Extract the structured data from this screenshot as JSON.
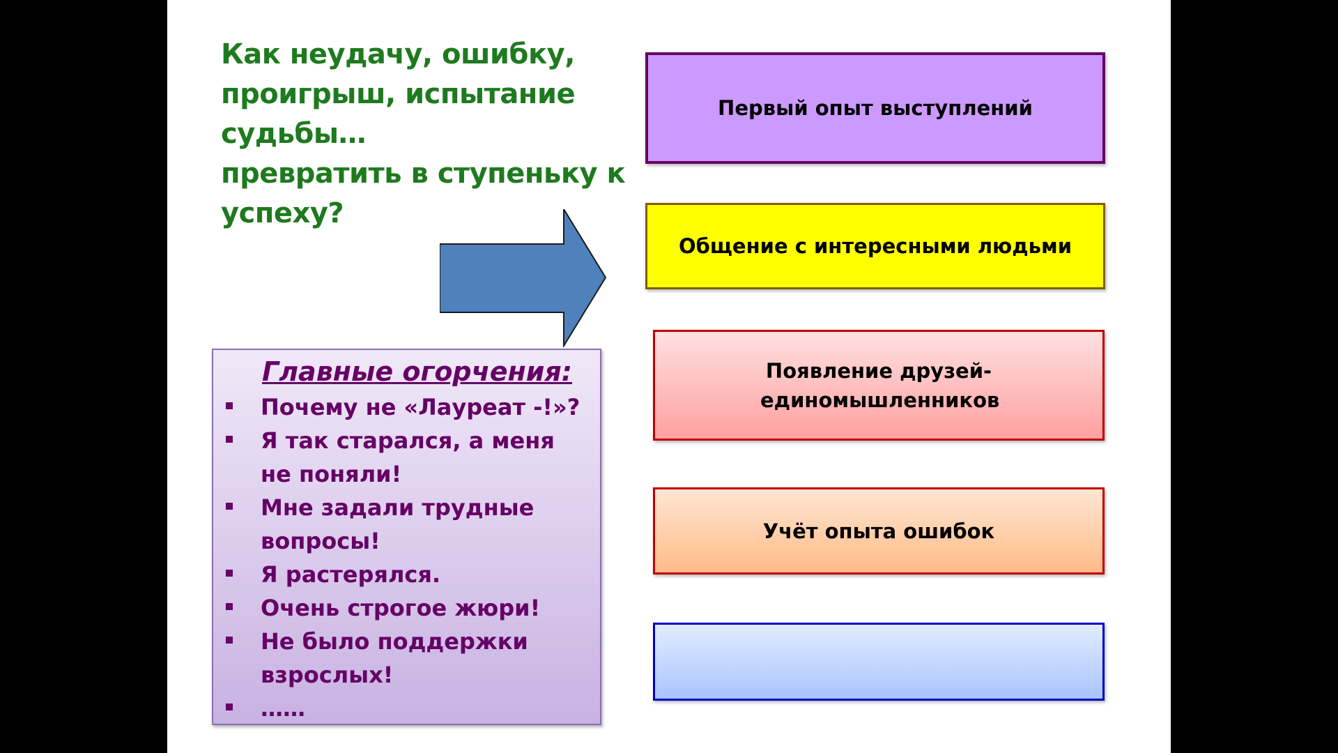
{
  "title": "Как неудачу, ошибку, проигрыш, испытание судьбы…\n превратить в ступеньку к успеху?",
  "boxes": [
    "Первый опыт выступлений",
    "Общение с интересными людьми",
    "Появление друзей-единомышленников",
    "Учёт опыта ошибок",
    ""
  ],
  "woes": {
    "heading": "Главные огорчения:",
    "items": [
      "Почему не «Лауреат -!»?",
      "Я так старался, а меня не поняли!",
      "Мне задали трудные вопросы!",
      "Я растерялся.",
      "Очень строгое жюри!",
      "Не было поддержки взрослых!",
      "……"
    ]
  },
  "colors": {
    "title": "#1e7a1e",
    "woes_text": "#660066",
    "arrow": "#4f81bd"
  }
}
